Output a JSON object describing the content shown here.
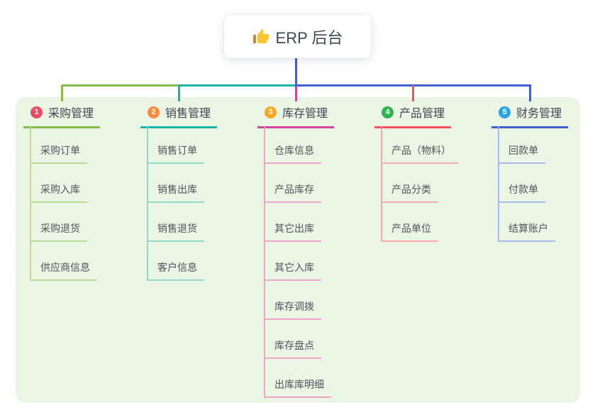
{
  "root": {
    "label": "ERP 后台",
    "icon": "thumbs-up-icon",
    "connector_color": "#4a5ad2",
    "text_color": "#3d4757"
  },
  "panel": {
    "background": "#eaf6e3"
  },
  "branches": [
    {
      "number": "1",
      "label": "采购管理",
      "badge_color": "#ec4a62",
      "line_color": "#85bc47",
      "tint_color": "#badc99",
      "children": [
        "采购订单",
        "采购入库",
        "采购退货",
        "供应商信息"
      ]
    },
    {
      "number": "2",
      "label": "销售管理",
      "badge_color": "#fb8b41",
      "line_color": "#19b5a8",
      "tint_color": "#92d8cd",
      "children": [
        "销售订单",
        "销售出库",
        "销售退货",
        "客户信息"
      ]
    },
    {
      "number": "3",
      "label": "库存管理",
      "badge_color": "#f9a826",
      "line_color": "#d6459b",
      "tint_color": "#efa6ce",
      "children": [
        "仓库信息",
        "产品库存",
        "其它出库",
        "其它入库",
        "库存调拨",
        "库存盘点",
        "出库库明细"
      ]
    },
    {
      "number": "4",
      "label": "产品管理",
      "badge_color": "#2fb34f",
      "line_color": "#f4525e",
      "tint_color": "#f8aab2",
      "children": [
        "产品（物料）",
        "产品分类",
        "产品单位"
      ]
    },
    {
      "number": "5",
      "label": "财务管理",
      "badge_color": "#2aa3e8",
      "line_color": "#4161d0",
      "tint_color": "#a9b9e9",
      "children": [
        "回款单",
        "付款单",
        "结算账户"
      ]
    }
  ]
}
